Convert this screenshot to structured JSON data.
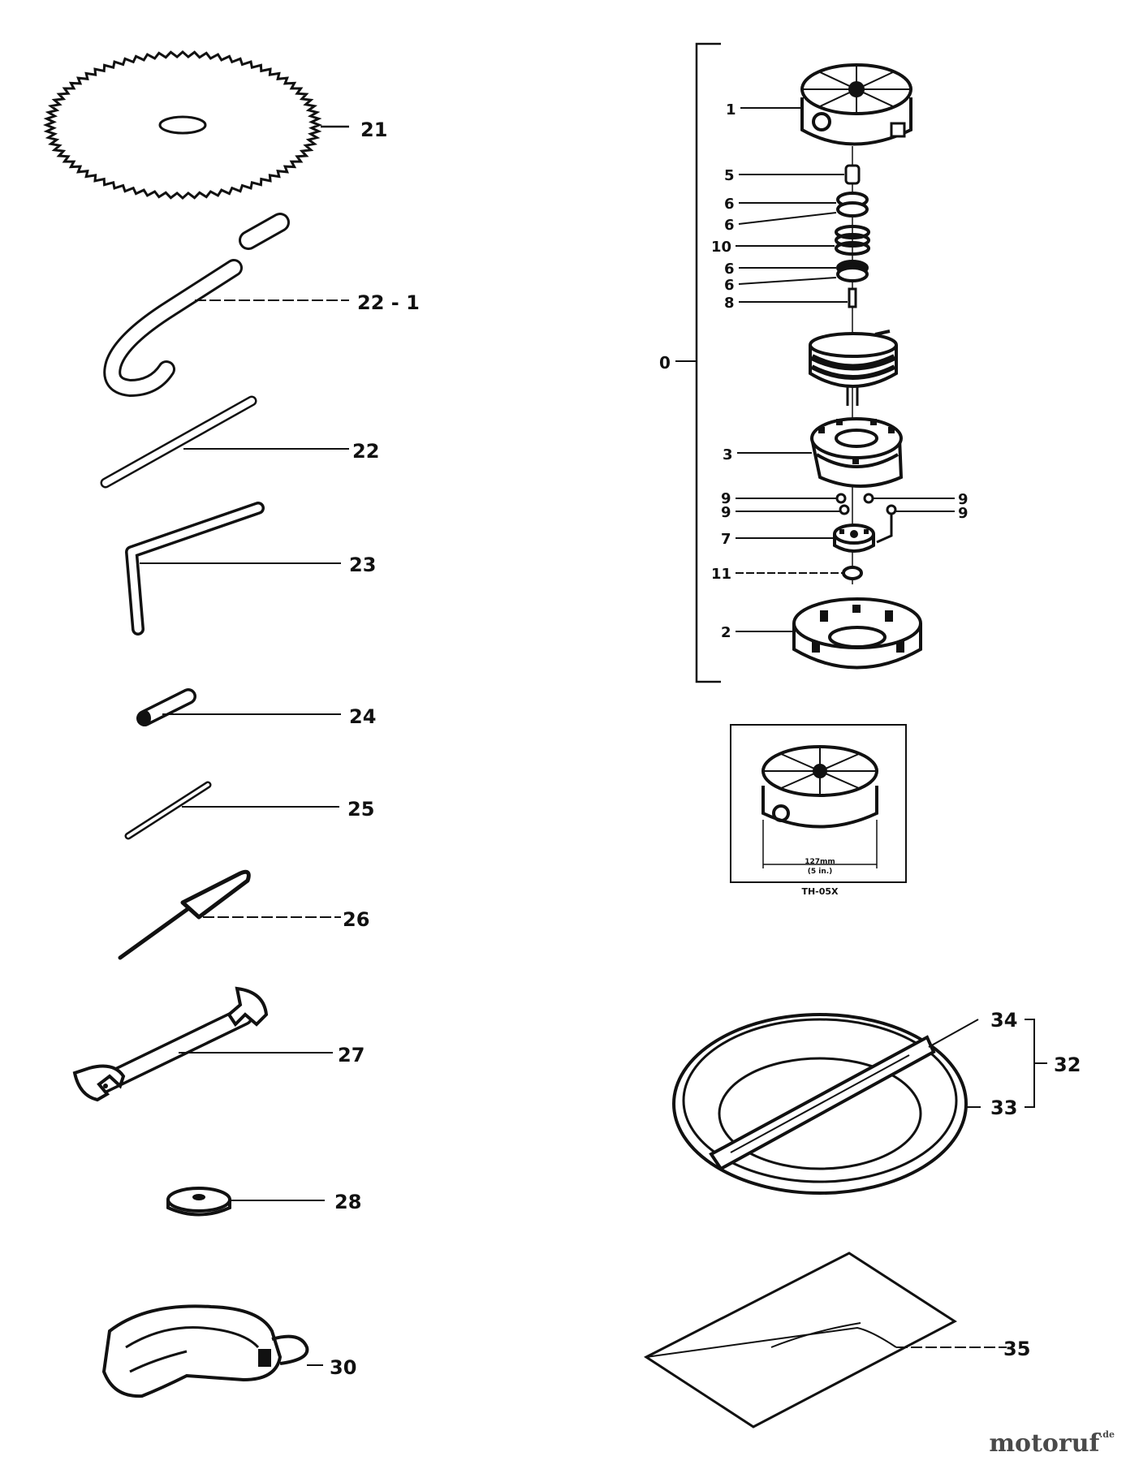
{
  "callouts": {
    "c21": "21",
    "c22_1": "22 - 1",
    "c22": "22",
    "c23": "23",
    "c24": "24",
    "c25": "25",
    "c26": "26",
    "c27": "27",
    "c28": "28",
    "c30": "30",
    "c1": "1",
    "c5": "5",
    "c6a": "6",
    "c6b": "6",
    "c10": "10",
    "c6c": "6",
    "c6d": "6",
    "c8": "8",
    "c0": "0",
    "c3": "3",
    "c9a": "9",
    "c9b": "9",
    "c9c": "9",
    "c9d": "9",
    "c7": "7",
    "c11": "11",
    "c2": "2",
    "c34": "34",
    "c33": "33",
    "c32": "32",
    "c35": "35"
  },
  "inset": {
    "dimension": "127mm",
    "dimension_sub": "(5 in.)",
    "model": "TH-05X"
  },
  "watermark": {
    "name": "motoruf",
    "suffix": ".de"
  }
}
